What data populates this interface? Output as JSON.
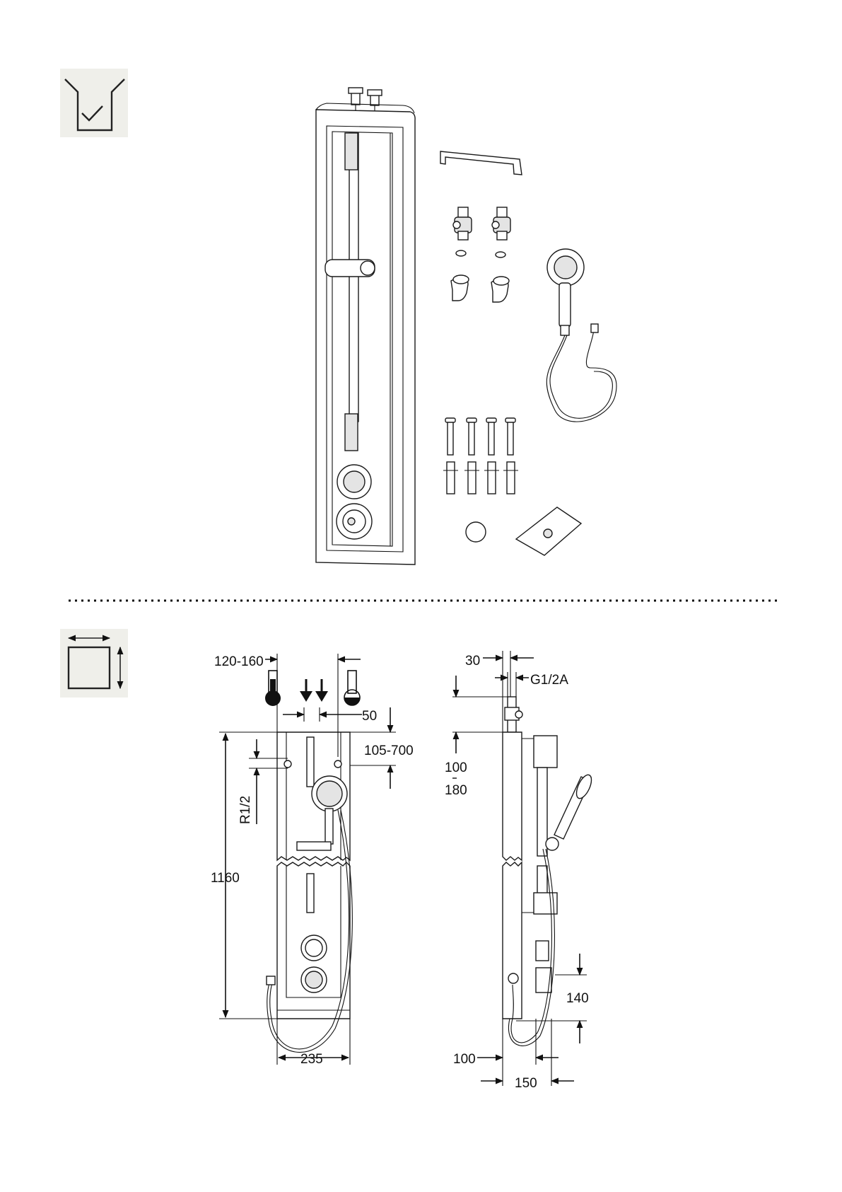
{
  "icons": {
    "scope": "box-check-icon",
    "dimensions": "dimension-square-icon"
  },
  "dimensions_front": {
    "width_range": "120-160",
    "spacing": "50",
    "height_range": "105-700",
    "thread": "R1/2",
    "height": "1160",
    "width": "235"
  },
  "dimensions_side": {
    "top": "30",
    "thread": "G1/2A",
    "offset_top": "100",
    "offset_bottom": "180",
    "lower": "140",
    "wall": "100",
    "depth": "150"
  }
}
